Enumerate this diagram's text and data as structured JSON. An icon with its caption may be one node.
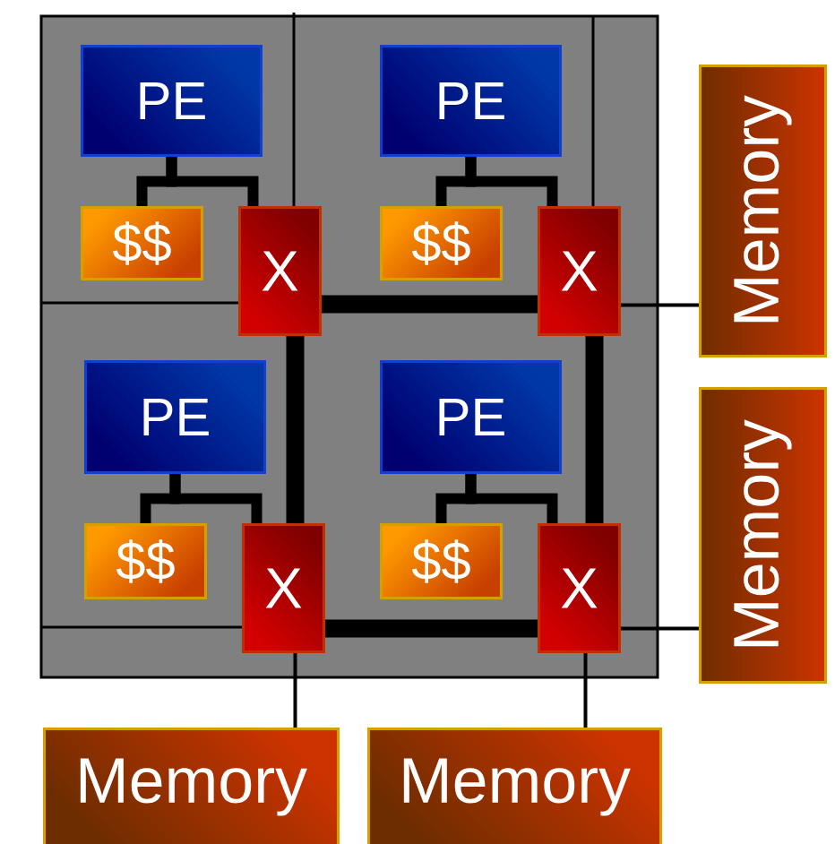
{
  "diagram": {
    "nodes": [
      {
        "text": [
          "PE"
        ]
      },
      {
        "text": [
          "$$"
        ]
      },
      {
        "text": [
          "X"
        ]
      },
      {
        "text": [
          "PE"
        ]
      },
      {
        "text": [
          "$$"
        ]
      },
      {
        "text": [
          "X"
        ]
      },
      {
        "text": [
          "PE"
        ]
      },
      {
        "text": [
          "$$"
        ]
      },
      {
        "text": [
          "X"
        ]
      },
      {
        "text": [
          "PE"
        ]
      },
      {
        "text": [
          "$$"
        ]
      },
      {
        "text": [
          "X"
        ]
      },
      {
        "text": [
          "Memory"
        ]
      },
      {
        "text": [
          "Memory"
        ]
      },
      {
        "text": [
          "Memory"
        ]
      },
      {
        "text": [
          "Memory"
        ]
      }
    ],
    "edges": [
      {
        "from": 0,
        "to": 1,
        "arrow": "none"
      },
      {
        "from": 0,
        "to": 2,
        "arrow": "none"
      },
      {
        "from": 3,
        "to": 4,
        "arrow": "none"
      },
      {
        "from": 3,
        "to": 5,
        "arrow": "none"
      },
      {
        "from": 6,
        "to": 7,
        "arrow": "none"
      },
      {
        "from": 6,
        "to": 8,
        "arrow": "none"
      },
      {
        "from": 9,
        "to": 10,
        "arrow": "none"
      },
      {
        "from": 9,
        "to": 11,
        "arrow": "none"
      },
      {
        "from": 2,
        "to": 5,
        "arrow": "none"
      },
      {
        "from": 2,
        "to": 8,
        "arrow": "none"
      },
      {
        "from": 5,
        "to": 11,
        "arrow": "none"
      },
      {
        "from": 8,
        "to": 11,
        "arrow": "none"
      },
      {
        "from": 5,
        "to": 12,
        "arrow": "none"
      },
      {
        "from": 11,
        "to": 13,
        "arrow": "none"
      },
      {
        "from": 8,
        "to": 14,
        "arrow": "none"
      },
      {
        "from": 11,
        "to": 15,
        "arrow": "none"
      }
    ]
  }
}
